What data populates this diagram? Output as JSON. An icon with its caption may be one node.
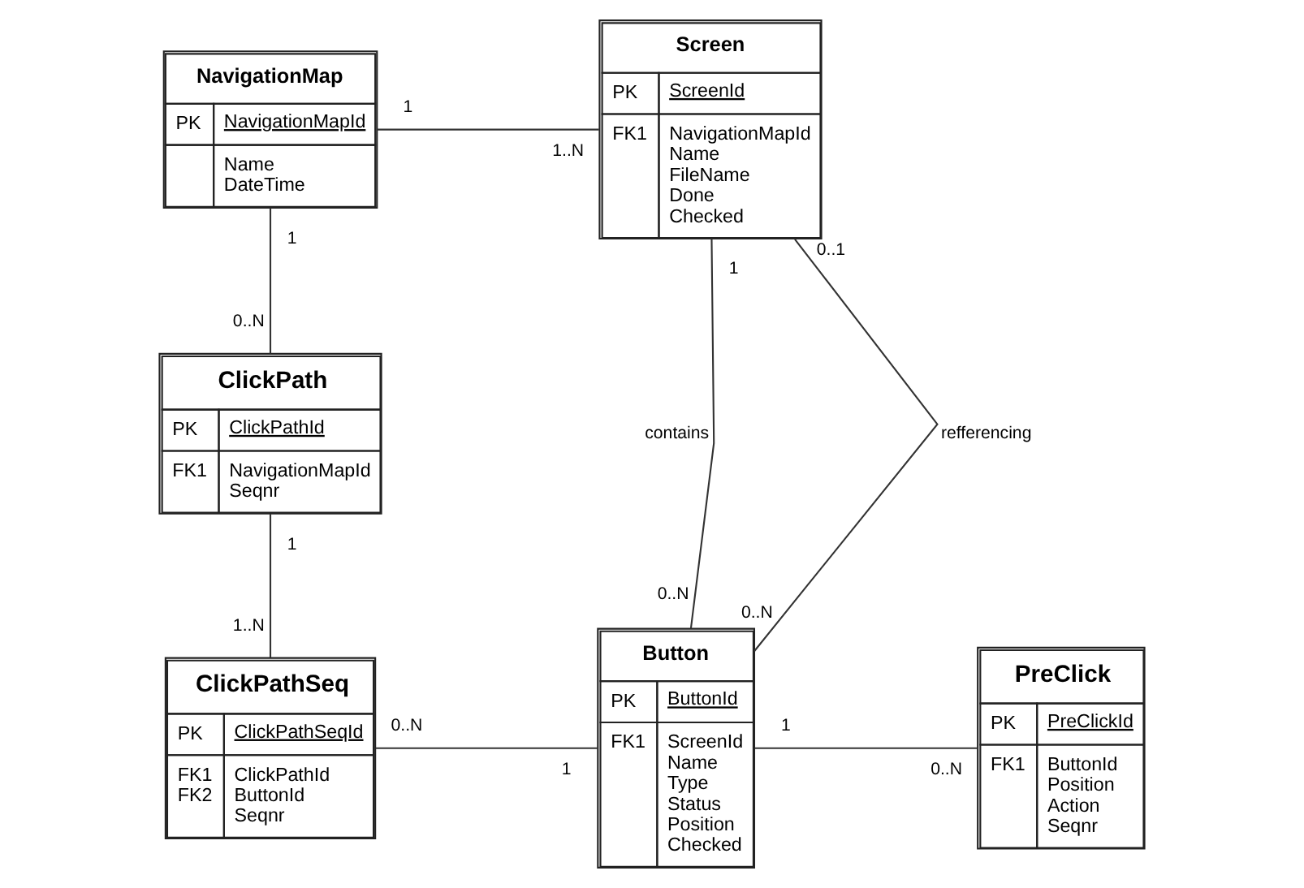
{
  "diagram": {
    "nodes": [
      {
        "text": [
          "NavigationMap",
          "PK",
          "NavigationMapId",
          "Name DateTime"
        ]
      },
      {
        "text": [
          "Screen",
          "PK",
          "ScreenId",
          "FK1",
          "NavigationMapId Name FileName Done Checked"
        ]
      },
      {
        "text": [
          "ClickPath",
          "PK",
          "ClickPathId",
          "FK1",
          "NavigationMapId Seqnr"
        ]
      },
      {
        "text": [
          "ClickPathSeq",
          "PK",
          "ClickPathSeqId",
          "FK1 FK2",
          "ClickPathId ButtonId Seqnr"
        ]
      },
      {
        "text": [
          "Button",
          "PK",
          "ButtonId",
          "FK1",
          "ScreenId Name Type Status Position Checked"
        ]
      },
      {
        "text": [
          "PreClick",
          "PK",
          "PreClickId",
          "FK1",
          "ButtonId Position Action Seqnr"
        ]
      }
    ],
    "edges": [
      {
        "from": 0,
        "to": 1,
        "arrow": "none"
      },
      {
        "from": 0,
        "to": 2,
        "arrow": "none"
      },
      {
        "from": 1,
        "to": 4,
        "arrow": "none",
        "label": "contains"
      },
      {
        "from": 1,
        "to": 4,
        "arrow": "none",
        "label": "refferencing"
      },
      {
        "from": 2,
        "to": 3,
        "arrow": "none"
      },
      {
        "from": 3,
        "to": 4,
        "arrow": "none"
      },
      {
        "from": 4,
        "to": 5,
        "arrow": "none"
      }
    ],
    "labels": [
      "1",
      "1..N",
      "1",
      "0..N",
      "1",
      "0..1",
      "1",
      "0..N",
      "0..N",
      "1..N",
      "0..N",
      "1",
      "1",
      "0..N"
    ]
  }
}
